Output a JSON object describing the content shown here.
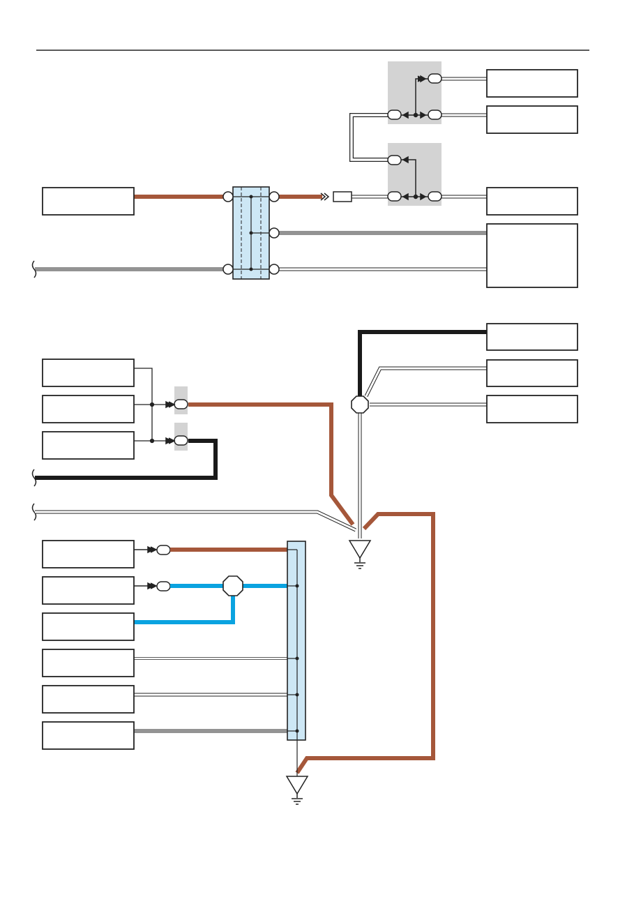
{
  "page": {
    "title": ""
  },
  "components": [
    {
      "id": "box-left-top",
      "label": ""
    },
    {
      "id": "box-right-1",
      "label": ""
    },
    {
      "id": "box-right-2",
      "label": ""
    },
    {
      "id": "box-right-3",
      "label": ""
    },
    {
      "id": "box-right-4",
      "label": ""
    },
    {
      "id": "box-right-5",
      "label": ""
    },
    {
      "id": "box-right-6",
      "label": ""
    },
    {
      "id": "box-right-7",
      "label": ""
    },
    {
      "id": "box-left-a",
      "label": ""
    },
    {
      "id": "box-left-b",
      "label": ""
    },
    {
      "id": "box-left-c",
      "label": ""
    },
    {
      "id": "box-left-d",
      "label": ""
    },
    {
      "id": "box-left-e",
      "label": ""
    },
    {
      "id": "box-left-f",
      "label": ""
    },
    {
      "id": "box-left-g",
      "label": ""
    },
    {
      "id": "box-left-h",
      "label": ""
    },
    {
      "id": "box-left-i",
      "label": ""
    }
  ],
  "colors": {
    "brown": "#a5573a",
    "gray": "#939393",
    "black": "#1a1a1a",
    "blue": "#0aa3e0",
    "bus_fill": "#cde7f5",
    "shade": "#d3d3d3"
  }
}
